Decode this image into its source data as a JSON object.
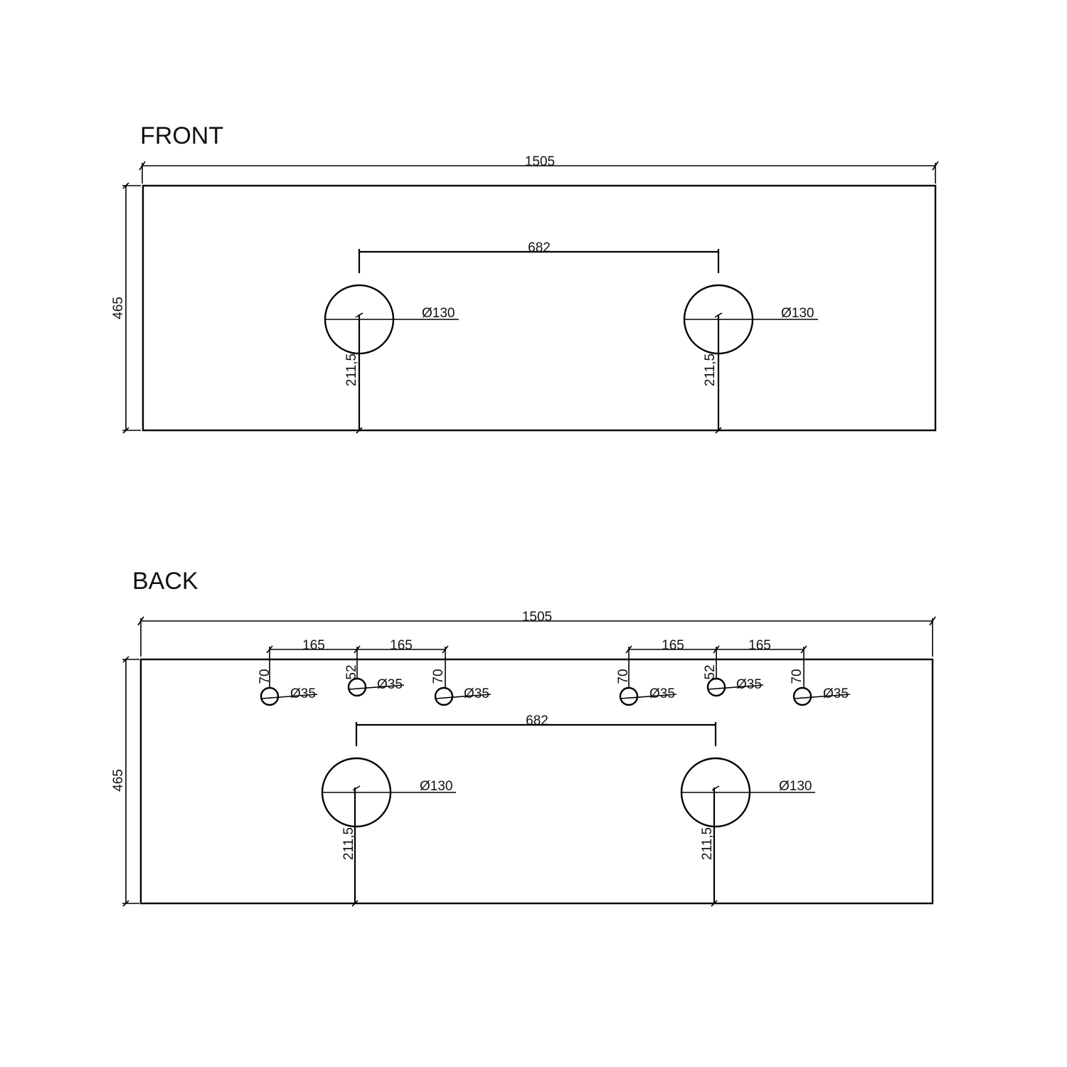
{
  "front": {
    "title": "FRONT",
    "overall_width": "1505",
    "overall_height": "465",
    "basin_spacing": "682",
    "basins": [
      {
        "diameter": "Ø130",
        "offset": "211,5"
      },
      {
        "diameter": "Ø130",
        "offset": "211,5"
      }
    ]
  },
  "back": {
    "title": "BACK",
    "overall_width": "1505",
    "overall_height": "465",
    "basin_spacing": "682",
    "basins": [
      {
        "diameter": "Ø130",
        "offset": "211,5"
      },
      {
        "diameter": "Ø130",
        "offset": "211,5"
      }
    ],
    "tap_spacings": [
      "165",
      "165",
      "165",
      "165"
    ],
    "tap_holes": [
      {
        "diameter": "Ø35",
        "offset": "70"
      },
      {
        "diameter": "Ø35",
        "offset": "52"
      },
      {
        "diameter": "Ø35",
        "offset": "70"
      },
      {
        "diameter": "Ø35",
        "offset": "70"
      },
      {
        "diameter": "Ø35",
        "offset": "52"
      },
      {
        "diameter": "Ø35",
        "offset": "70"
      }
    ]
  }
}
